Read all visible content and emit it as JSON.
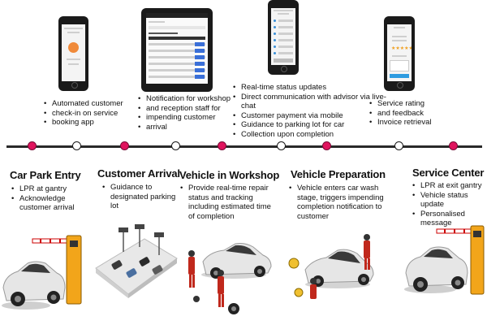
{
  "top_notes": [
    {
      "lines": [
        "Automated customer",
        "check-in on service",
        "booking app"
      ]
    },
    {
      "lines": [
        "Notification for workshop",
        "and reception staff for",
        "impending customer",
        "arrival"
      ]
    },
    {
      "lines": [
        "Real-time status updates",
        "Direct communication with advisor via live-chat",
        "Customer payment via mobile",
        "Guidance to parking lot for car",
        "Collection upon completion"
      ]
    },
    {
      "lines": [
        "Service rating",
        "and feedback",
        "Invoice  retrieval"
      ]
    }
  ],
  "stages": [
    {
      "title": "Car Park Entry",
      "bullets": [
        "LPR at gantry",
        "Acknowledge customer arrival"
      ]
    },
    {
      "title": "Customer Arrival",
      "bullets": [
        "Guidance to designated parking lot"
      ]
    },
    {
      "title": "Vehicle in Workshop",
      "bullets": [
        "Provide real-time repair status and tracking including estimated time of completion"
      ]
    },
    {
      "title": "Vehicle Preparation",
      "bullets": [
        "Vehicle enters car wash stage, triggers impending completion notification to customer"
      ]
    },
    {
      "title": "Service Center Exit",
      "bullets": [
        "LPR at exit gantry",
        "Vehicle status update",
        "Personalised message"
      ]
    }
  ],
  "colors": {
    "major_node": "#e0145e",
    "minor_node": "#ffffff",
    "line": "#2a2a2a",
    "car": "#d9d9d9",
    "barrier": "#f2a51a",
    "mechanic": "#c0281c"
  }
}
